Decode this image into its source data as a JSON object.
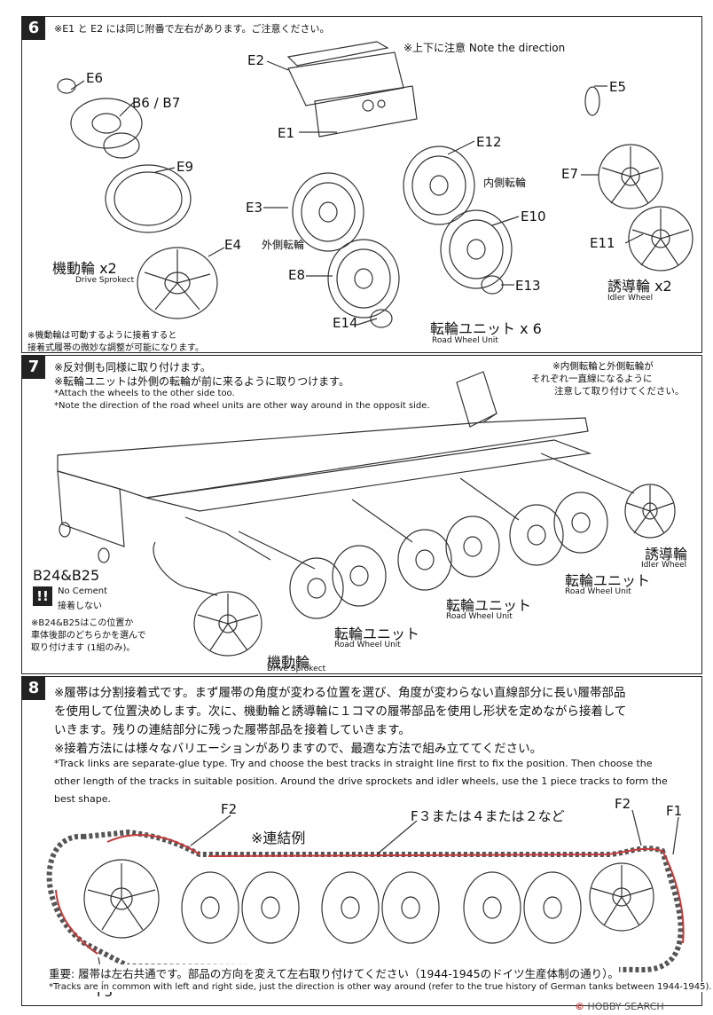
{
  "step6": {
    "number": "6",
    "note_top": "※E1 と E2 には同じ附番で左右があります。ご注意ください。",
    "direction_note": "※上下に注意 Note the direction",
    "labels": {
      "e2": "E2",
      "e6": "E6",
      "b6b7": "B6 / B7",
      "e1": "E1",
      "e12": "E12",
      "e5": "E5",
      "e9": "E9",
      "e3": "E3",
      "inner": "内側転輪",
      "e7": "E7",
      "e10": "E10",
      "outer": "外側転輪",
      "e4": "E4",
      "e8": "E8",
      "e11": "E11",
      "e13": "E13",
      "e14": "E14"
    },
    "drive_jp": "機動輪 x2",
    "drive_en": "Drive Sprokect",
    "idler_jp": "誘導輪 x2",
    "idler_en": "Idler Wheel",
    "road_jp": "転輪ユニット x 6",
    "road_en": "Road Wheel Unit",
    "foot_note_1": "※機動輪は可動するように接着すると",
    "foot_note_2": "接着式履帯の微妙な調整が可能になります。"
  },
  "step7": {
    "number": "7",
    "line1": "※反対側も同様に取り付けます。",
    "line2": "※転輪ユニットは外側の転輪が前に来るように取りつけます。",
    "line3": "*Attach the wheels to the other side too.",
    "line4": "*Note the direction of the road wheel units are other way around in the opposit side.",
    "right_note_1": "※内側転輪と外側転輪が",
    "right_note_2": "それぞれ一直線になるように",
    "right_note_3": "注意して取り付けてください。",
    "b24": "B24&B25",
    "warn_icon": "!!",
    "no_cement": "No Cement",
    "no_cement_jp": "接着しない",
    "b24_note_1": "※B24&B25はこの位置か",
    "b24_note_2": "車体後部のどちらかを選んで",
    "b24_note_3": "取り付けます (1組のみ)。",
    "idler_jp": "誘導輪",
    "idler_en": "Idler Wheel",
    "road_jp": "転輪ユニット",
    "road_en": "Road Wheel Unit",
    "drive_jp": "機動輪",
    "drive_en": "Drive Sprokect"
  },
  "step8": {
    "number": "8",
    "jp1": "※履帯は分割接着式です。まず履帯の角度が変わる位置を選び、角度が変わらない直線部分に長い履帯部品",
    "jp2": "を使用して位置決めします。次に、機動輪と誘導輪に１コマの履帯部品を使用し形状を定めながら接着して",
    "jp3": "いきます。残りの連結部分に残った履帯部品を接着していきます。",
    "jp4": "※接着方法には様々なバリエーションがありますので、最適な方法で組み立ててください。",
    "en1": "*Track links are separate-glue type. Try and choose the best tracks in straight line first to fix the position. Then choose the",
    "en2": "other length of the tracks in suitable position. Around the drive sprockets and idler wheels, use the 1 piece tracks to form the",
    "en3": "best shape.",
    "f2a": "F2",
    "example": "※連結例",
    "f3": "F３または４または２など",
    "f2b": "F2",
    "f1": "F1",
    "f5": "F5",
    "bottom_jp": "重要: 履帯は左右共通です。部品の方向を変えて左右取り付けてください（1944-1945のドイツ生産体制の通り）。",
    "bottom_en": "*Tracks are in common with left and right side, just the direction is other way around (refer to the true history of German tanks between 1944-1945)."
  },
  "watermark": {
    "brand": "HOBBY SEARCH",
    "symbol": "©"
  },
  "colors": {
    "track_highlight": "#c43b3b"
  }
}
